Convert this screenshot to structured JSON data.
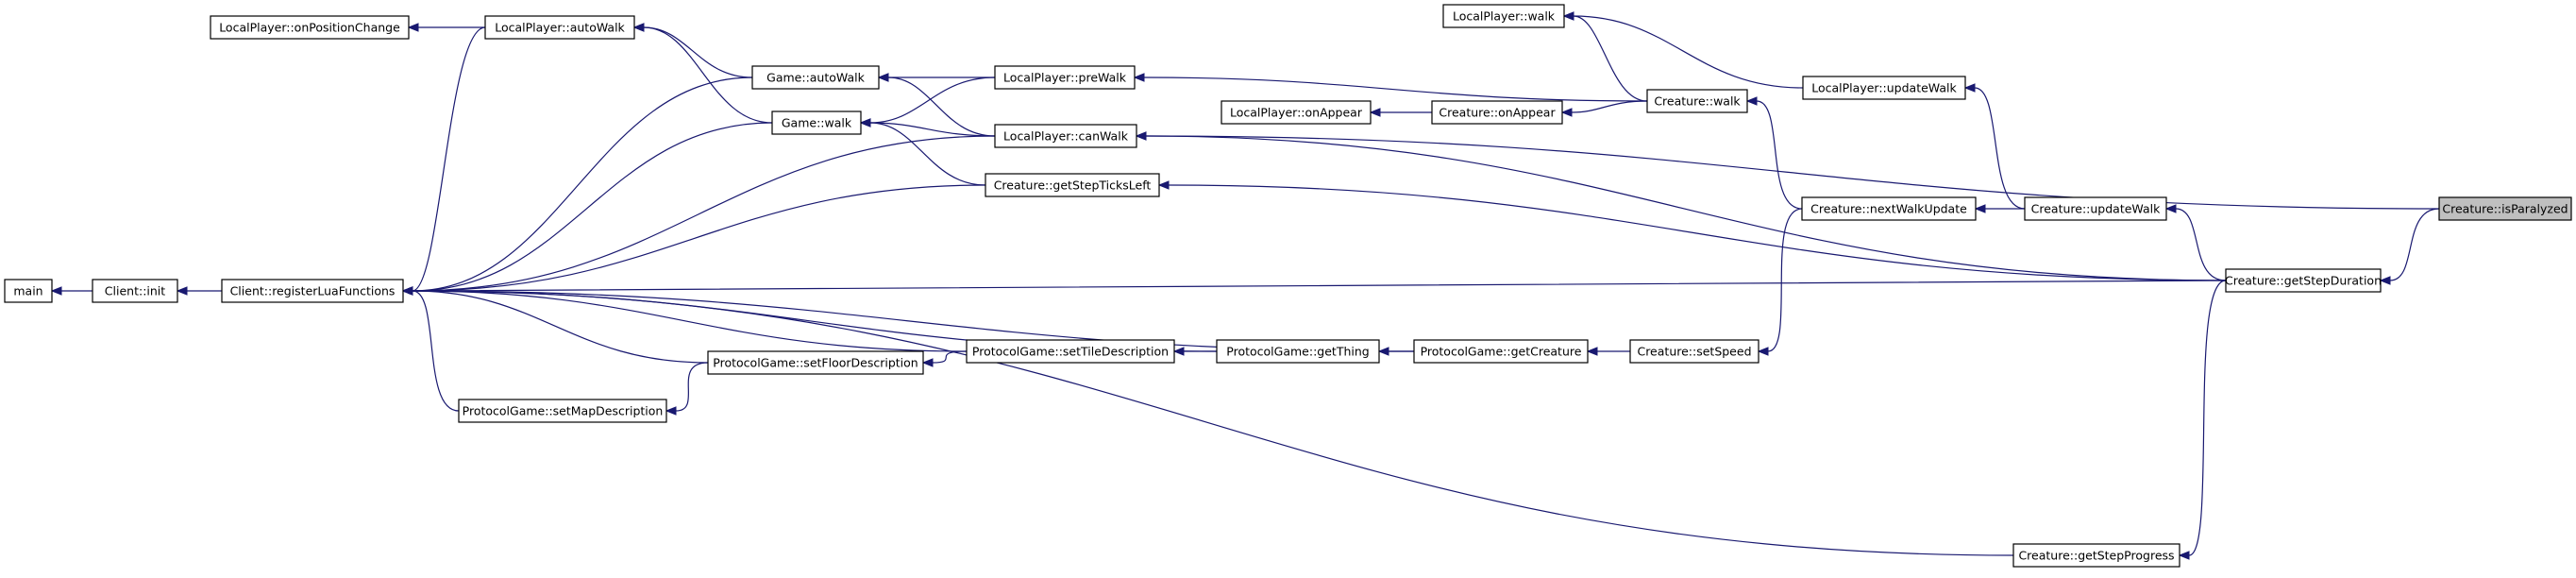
{
  "graph": {
    "nodes": {
      "main": "main",
      "client_init": "Client::init",
      "register_lua": "Client::registerLuaFunctions",
      "on_position_change": "LocalPlayer::onPositionChange",
      "lp_autowalk": "LocalPlayer::autoWalk",
      "game_autowalk": "Game::autoWalk",
      "game_walk": "Game::walk",
      "lp_prewalk": "LocalPlayer::preWalk",
      "lp_canwalk": "LocalPlayer::canWalk",
      "step_ticks_left": "Creature::getStepTicksLeft",
      "set_map_desc": "ProtocolGame::setMapDescription",
      "set_floor_desc": "ProtocolGame::setFloorDescription",
      "set_tile_desc": "ProtocolGame::setTileDescription",
      "get_thing": "ProtocolGame::getThing",
      "get_creature": "ProtocolGame::getCreature",
      "set_speed": "Creature::setSpeed",
      "lp_on_appear": "LocalPlayer::onAppear",
      "c_on_appear": "Creature::onAppear",
      "c_walk": "Creature::walk",
      "lp_walk": "LocalPlayer::walk",
      "lp_update_walk": "LocalPlayer::updateWalk",
      "next_walk_update": "Creature::nextWalkUpdate",
      "c_update_walk": "Creature::updateWalk",
      "step_duration": "Creature::getStepDuration",
      "step_progress": "Creature::getStepProgress",
      "is_paralyzed": "Creature::isParalyzed"
    }
  }
}
